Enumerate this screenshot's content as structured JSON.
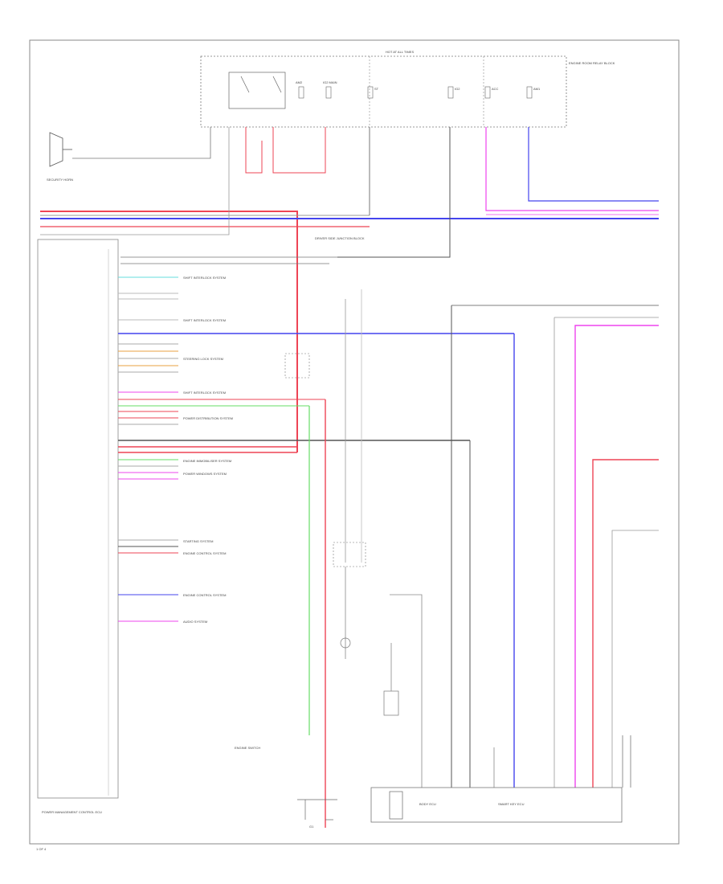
{
  "labels": {
    "top_box_title": "HOT AT ALL TIMES",
    "security_horn": "SECURITY HORN",
    "engine_switch": "ENGINE SWITCH",
    "page_number": "1 OF 4",
    "top_right_note": "ENGINE ROOM RELAY BLOCK",
    "junction_block": "DRIVER SIDE JUNCTION BLOCK",
    "left_module": "POWER MANAGEMENT CONTROL ECU",
    "bottom_box_a": "BODY ECU",
    "bottom_box_b": "SMART KEY ECU",
    "ground": "G1"
  },
  "fuses": [
    {
      "label": "AM2"
    },
    {
      "label": "IG2 MAIN"
    },
    {
      "label": "ST"
    },
    {
      "label": "IG2"
    },
    {
      "label": "ACC"
    },
    {
      "label": "AM1"
    }
  ],
  "system_labels": [
    "SHIFT INTERLOCK SYSTEM",
    "SHIFT INTERLOCK SYSTEM",
    "STEERING LOCK SYSTEM",
    "SHIFT INTERLOCK SYSTEM",
    "POWER DISTRIBUTION SYSTEM",
    "ENGINE IMMOBILISER SYSTEM",
    "POWER WINDOWS SYSTEM",
    "STARTING SYSTEM",
    "ENGINE CONTROL SYSTEM",
    "ENGINE CONTROL SYSTEM",
    "AUDIO SYSTEM"
  ],
  "wire_colors": {
    "red": "#ee4455",
    "blue": "#4444ee",
    "magenta": "#ee44ee",
    "green": "#66dd66",
    "orange": "#e8a040",
    "cyan": "#66dddd",
    "dark": "#555555",
    "gray": "#999999"
  }
}
